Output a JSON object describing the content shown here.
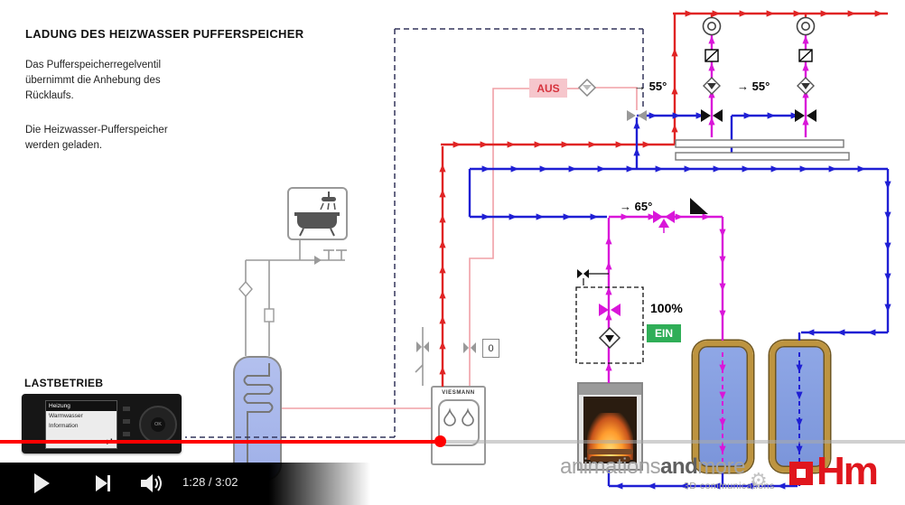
{
  "video": {
    "info": {
      "title": "LADUNG DES HEIZWASSER PUFFERSPEICHER",
      "p1_lines": [
        "Das Pufferspeicherregelventil",
        "übernimmt die Anhebung des",
        "Rücklaufs."
      ],
      "p2_lines": [
        "Die Heizwasser-Pufferspeicher",
        "werden geladen."
      ]
    },
    "diagram": {
      "mode_label": "LASTBETRIEB",
      "badges": {
        "aus": "AUS",
        "ein": "EIN"
      },
      "labels": {
        "circuit1_temp": "→ 55°",
        "circuit2_temp": "→ 55°",
        "buffer_temp": "→ 65°",
        "valve_open": "100%",
        "valve_zero": "0",
        "boiler_brand": "VIESMANN"
      },
      "controller_menu": [
        "Heizung",
        "Warmwasser",
        "Information"
      ],
      "controller_ok": "OK",
      "colors": {
        "supply_pipe": "#e02424",
        "return_pipe": "#1f1fd4",
        "loading_pipe": "#d916d9",
        "ein_green": "#2fae57",
        "aus_pink": "#f6c6cc",
        "aus_text": "#d6333d",
        "tank_border": "#bd9440",
        "progress_red": "#ff0000"
      }
    },
    "watermark": {
      "part1": "animations",
      "part2": "and",
      "part3": "more",
      "subtitle": "3D communications",
      "logo_text": "Hm",
      "logo_color": "#e0161d"
    }
  },
  "player": {
    "time_display": "1:28 / 3:02",
    "progress_percent": 48.6
  }
}
